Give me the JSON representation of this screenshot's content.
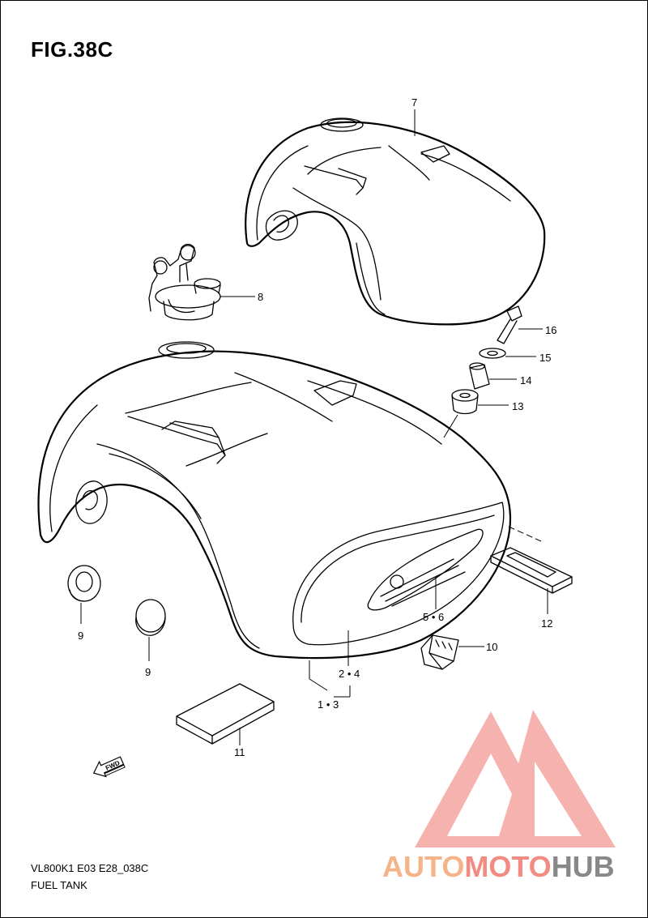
{
  "figure": {
    "title": "FIG.38C",
    "model_code": "VL800K1 E03 E28_038C",
    "caption": "FUEL TANK"
  },
  "callouts": {
    "c7": "7",
    "c8": "8",
    "c16": "16",
    "c15": "15",
    "c14": "14",
    "c13": "13",
    "c12": "12",
    "c56": "5 • 6",
    "c10": "10",
    "c24": "2 • 4",
    "c13b": "1 • 3",
    "c9a": "9",
    "c9b": "9",
    "c11": "11"
  },
  "fwd_label": "FWD",
  "watermark": {
    "part1": "AUTO",
    "part2": "MOTO",
    "part3": "HUB",
    "color1": "#f5b38a",
    "color2": "#f28b82",
    "color3": "#888888",
    "logo_color": "#f4a5a0"
  }
}
